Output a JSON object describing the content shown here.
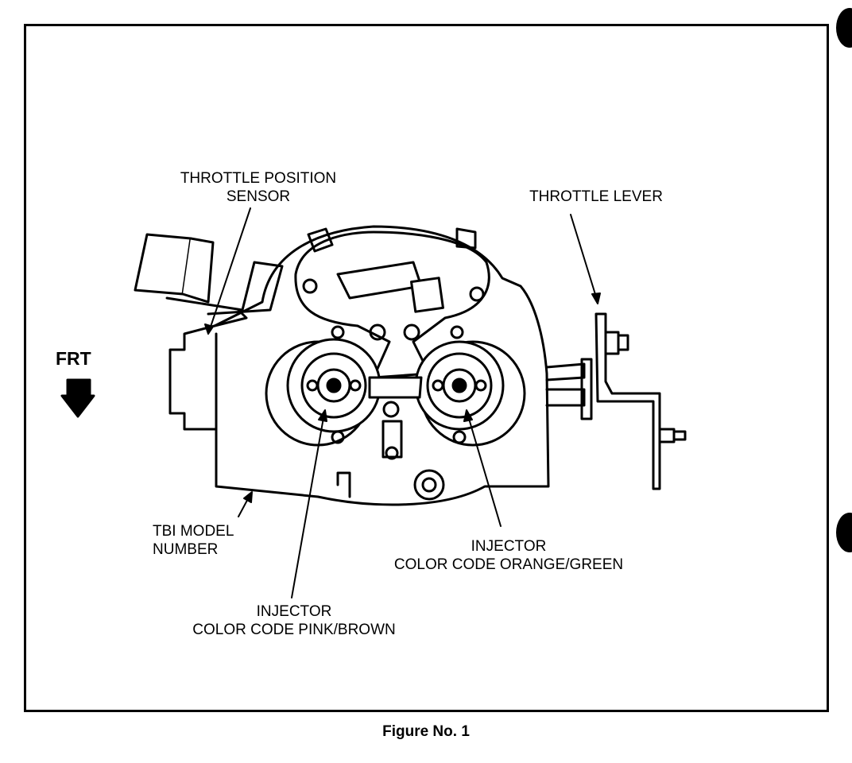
{
  "labels": {
    "tps": [
      "THROTTLE POSITION",
      "SENSOR"
    ],
    "throttle_lever": "THROTTLE LEVER",
    "frt": "FRT",
    "tbi": [
      "TBI MODEL",
      "NUMBER"
    ],
    "injector_right": [
      "INJECTOR",
      "COLOR CODE ORANGE/GREEN"
    ],
    "injector_left": [
      "INJECTOR",
      "COLOR CODE PINK/BROWN"
    ]
  },
  "caption": "Figure No. 1"
}
